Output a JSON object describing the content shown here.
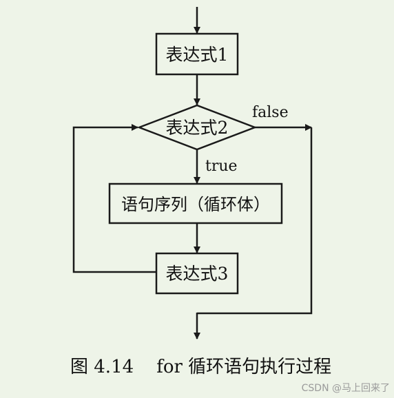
{
  "diagram": {
    "nodes": {
      "expr1": "表达式1",
      "expr2": "表达式2",
      "body": "语句序列（循环体）",
      "expr3": "表达式3"
    },
    "edge_labels": {
      "false": "false",
      "true": "true"
    },
    "caption": "图 4.14    for 循环语句执行过程"
  },
  "watermark": "CSDN @马上回来了",
  "colors": {
    "background": "#eef4e8",
    "stroke": "#1a1a1a",
    "box_fill": "#eef4e8",
    "watermark": "#9a9a9a"
  }
}
